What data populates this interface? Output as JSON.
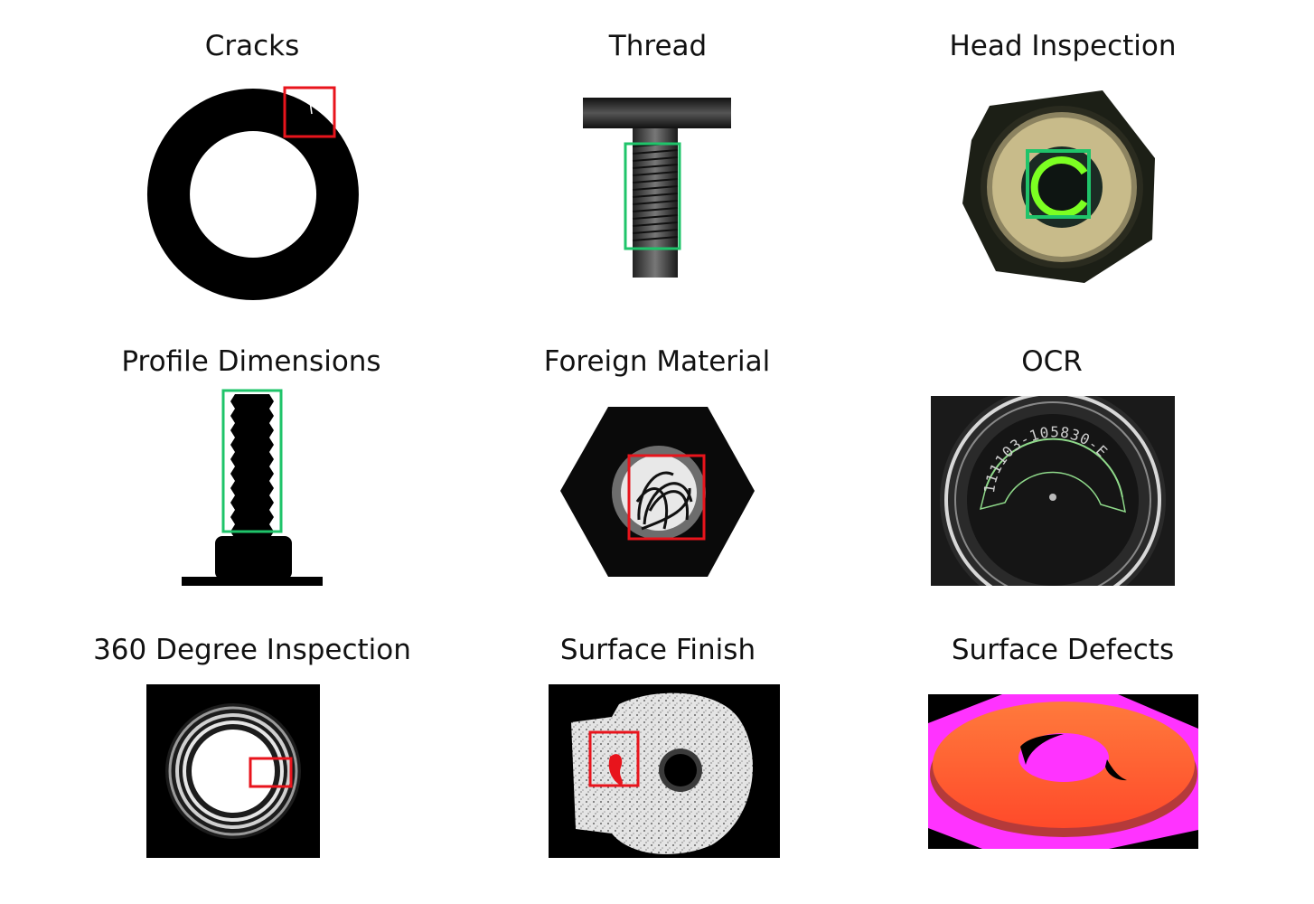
{
  "colors": {
    "defect_box": "#e8141c",
    "pass_box": "#1fc46a",
    "ocr_outline": "#8fd98a",
    "height_map_magenta": "#ff33ff",
    "height_map_orange": "#ff6a3a"
  },
  "captions": {
    "cracks": "Cracks",
    "thread": "Thread",
    "head_inspection": "Head Inspection",
    "profile_dimensions": "Profile Dimensions",
    "foreign_material": "Foreign Material",
    "ocr": "OCR",
    "degree_360": "360 Degree Inspection",
    "surface_finish": "Surface Finish",
    "surface_defects": "Surface Defects"
  },
  "ocr_engraving": {
    "text": "111103-105830-E"
  }
}
